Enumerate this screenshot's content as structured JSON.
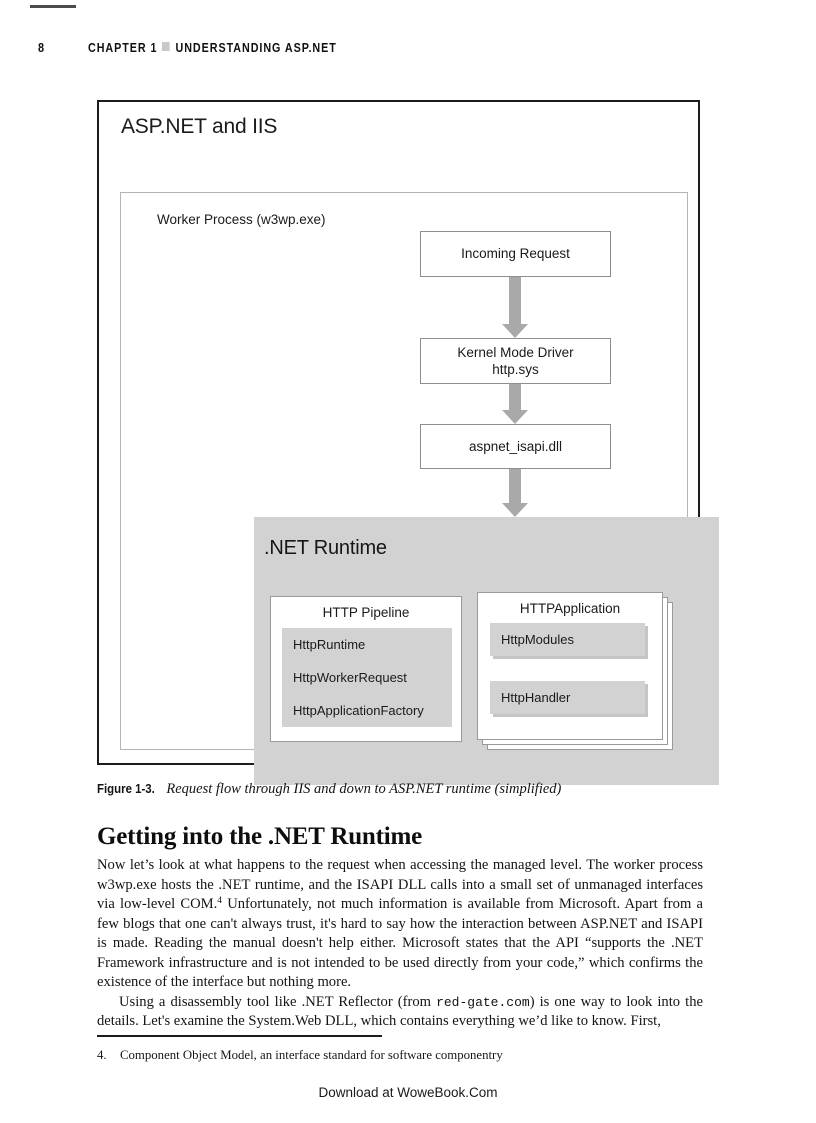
{
  "page": {
    "folio": "8",
    "running_head_chapter": "CHAPTER 1",
    "running_head_title": "UNDERSTANDING ASP.NET",
    "footer": "Download at WoweBook.Com"
  },
  "figure": {
    "title": "ASP.NET and IIS",
    "worker_label": "Worker Process (w3wp.exe)",
    "boxes": [
      {
        "id": "incoming",
        "label": "Incoming Request"
      },
      {
        "id": "kernel",
        "line1": "Kernel Mode Driver",
        "line2": "http.sys"
      },
      {
        "id": "isapi",
        "label": "aspnet_isapi.dll"
      }
    ],
    "runtime": {
      "title": ".NET Runtime",
      "pipeline": {
        "title": "HTTP Pipeline",
        "rows": [
          "HttpRuntime",
          "HttpWorkerRequest",
          "HttpApplicationFactory"
        ]
      },
      "httpapplication": {
        "title": "HTTPApplication",
        "rows": [
          "HttpModules",
          "HttpHandler"
        ]
      }
    },
    "colors": {
      "frame": "#1c1c1c",
      "panel_gray": "#d2d2d2",
      "arrow_gray": "#a9a9a9",
      "box_border": "#8e8e8e"
    }
  },
  "caption": {
    "label": "Figure 1-3.",
    "text": "Request flow through IIS and down to ASP.NET runtime (simplified)"
  },
  "section": {
    "heading": "Getting into the .NET Runtime"
  },
  "body": {
    "p1_a": "Now let’s look at what happens to the request when accessing the managed level. The worker process w3wp.exe hosts the .NET runtime, and the ISAPI DLL calls into a small set of unmanaged interfaces via low-level COM.",
    "p1_sup": "4",
    "p1_b": " Unfortunately, not much information is available from Microsoft. Apart from a few blogs that one can't always trust, it's hard to say how the interaction between ASP.NET and ISAPI is made. Reading the manual doesn't help either. Microsoft states that the API “supports the .NET Framework infrastructure and is not intended to be used directly from your code,” which confirms the existence of the interface but nothing more.",
    "p2_a": "Using a disassembly tool like .NET Reflector (from ",
    "p2_mono": "red-gate.com",
    "p2_b": ") is one way to look into the details. Let's examine the System.Web DLL, which contains everything we’d like to know. First,"
  },
  "footnote": {
    "number": "4.",
    "text": "Component Object Model, an interface standard for software componentry"
  }
}
